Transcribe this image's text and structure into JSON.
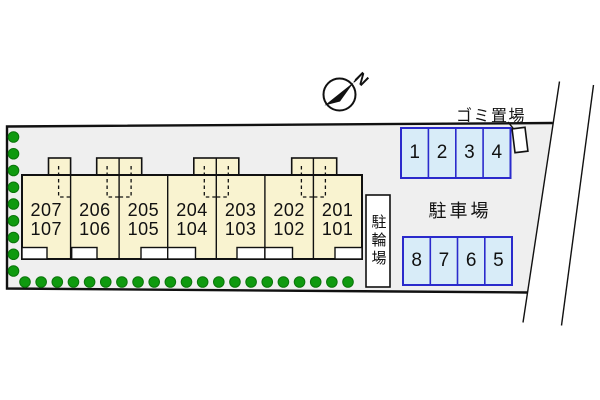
{
  "site_plan": {
    "building": {
      "units": [
        {
          "upper": "207",
          "lower": "107"
        },
        {
          "upper": "206",
          "lower": "106"
        },
        {
          "upper": "205",
          "lower": "105"
        },
        {
          "upper": "204",
          "lower": "104"
        },
        {
          "upper": "203",
          "lower": "103"
        },
        {
          "upper": "202",
          "lower": "102"
        },
        {
          "upper": "201",
          "lower": "101"
        }
      ]
    },
    "bike_parking_label": "駐輪場",
    "parking": {
      "area_label": "駐車場",
      "top_row": [
        "1",
        "2",
        "3",
        "4"
      ],
      "bottom_row": [
        "8",
        "7",
        "6",
        "5"
      ]
    },
    "garbage_label": "ゴミ置場",
    "compass_label": "N",
    "landscaping": {
      "left_tree_count": 9,
      "bottom_tree_count": 21
    },
    "colors": {
      "line": "#111111",
      "site_fill": "#efefef",
      "building_fill": "#f9f3d0",
      "stall_fill": "#d8ecf8",
      "stall_border": "#2a2acc",
      "tree_fill": "#0f9a0f",
      "tree_stroke": "#0a750a"
    }
  }
}
